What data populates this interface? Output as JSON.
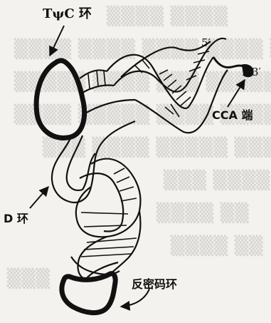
{
  "labels": {
    "tpsic_loop": "TψC 环",
    "five_prime": "5′",
    "three_prime": "3′",
    "cca_end": "CCA 端",
    "d_loop": "D 环",
    "anticodon_loop": "反密码环"
  }
}
